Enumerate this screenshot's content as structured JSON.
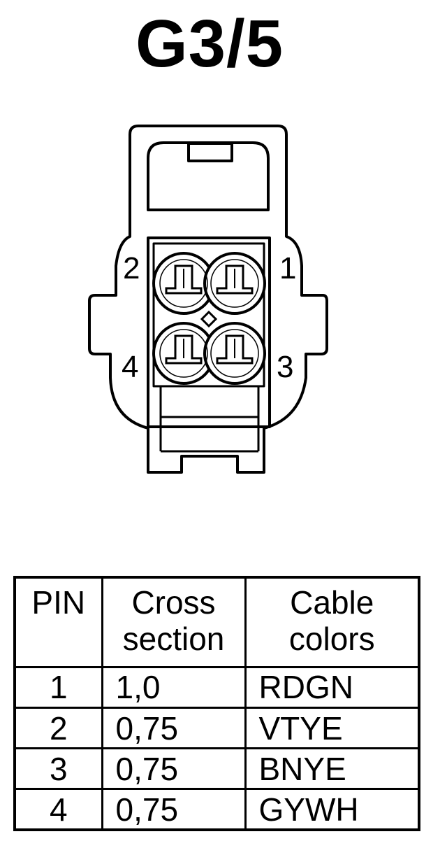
{
  "title": "G3/5",
  "connector": {
    "pin_labels": [
      "1",
      "2",
      "3",
      "4"
    ]
  },
  "table": {
    "headers": [
      [
        "PIN"
      ],
      [
        "Cross",
        "section"
      ],
      [
        "Cable",
        "colors"
      ]
    ],
    "rows": [
      {
        "pin": "1",
        "cross_section": "1,0",
        "color": "RDGN"
      },
      {
        "pin": "2",
        "cross_section": "0,75",
        "color": "VTYE"
      },
      {
        "pin": "3",
        "cross_section": "0,75",
        "color": "BNYE"
      },
      {
        "pin": "4",
        "cross_section": "0,75",
        "color": "GYWH"
      }
    ]
  }
}
